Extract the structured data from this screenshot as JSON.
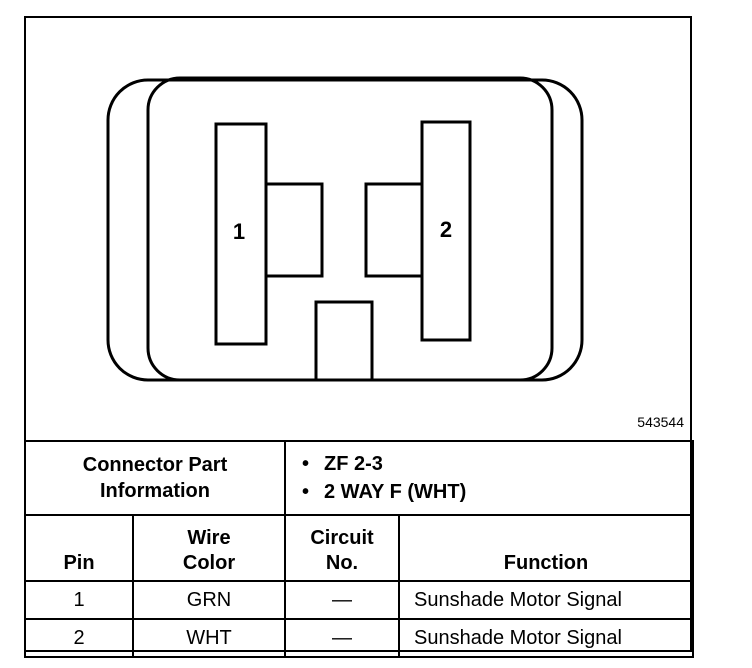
{
  "diagram": {
    "pins": [
      {
        "label": "1"
      },
      {
        "label": "2"
      }
    ],
    "figure_id": "543544"
  },
  "connector": {
    "part_info_label_line1": "Connector Part",
    "part_info_label_line2": "Information",
    "part_items": [
      "ZF 2-3",
      "2 WAY F (WHT)"
    ]
  },
  "table": {
    "headers": {
      "pin": "Pin",
      "wire_color_line1": "Wire",
      "wire_color_line2": "Color",
      "circuit_line1": "Circuit",
      "circuit_line2": "No.",
      "function": "Function"
    },
    "rows": [
      {
        "pin": "1",
        "wire_color": "GRN",
        "circuit": "—",
        "function": "Sunshade Motor Signal"
      },
      {
        "pin": "2",
        "wire_color": "WHT",
        "circuit": "—",
        "function": "Sunshade Motor Signal"
      }
    ]
  }
}
